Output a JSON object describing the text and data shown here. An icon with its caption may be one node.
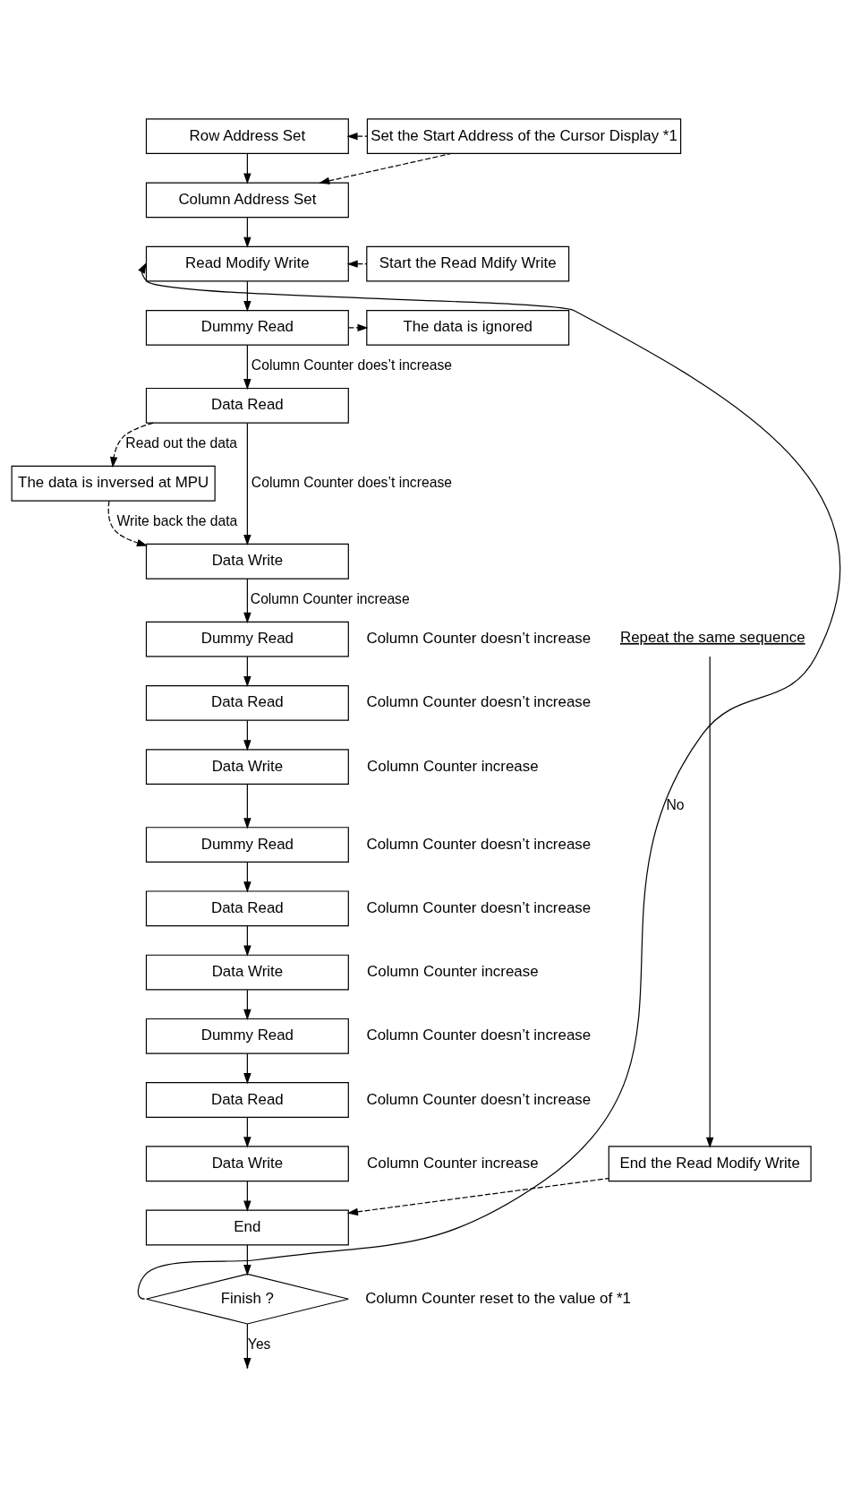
{
  "diagram": {
    "nodes": [
      {
        "text": [
          "Row Address Set"
        ]
      },
      {
        "text": [
          "Column Address Set"
        ]
      },
      {
        "text": [
          "Set the Start Address of the Cursor Display *1"
        ]
      },
      {
        "text": [
          "Read Modify Write"
        ]
      },
      {
        "text": [
          "Start the Read Mdify Write"
        ]
      },
      {
        "text": [
          "Dummy Read"
        ]
      },
      {
        "text": [
          "The data is ignored"
        ]
      },
      {
        "text": [
          "Data Read"
        ]
      },
      {
        "text": [
          "The data is inversed at MPU"
        ]
      },
      {
        "text": [
          "Data Write"
        ]
      },
      {
        "text": [
          "Dummy Read"
        ],
        "beside": [
          "Column Counter doesn’t increase"
        ]
      },
      {
        "text": [
          "Data Read"
        ],
        "beside": [
          "Column Counter doesn’t increase"
        ]
      },
      {
        "text": [
          "Data Write"
        ],
        "beside": [
          "Column Counter increase"
        ]
      },
      {
        "text": [
          "Dummy Read"
        ],
        "beside": [
          "Column Counter doesn’t increase"
        ]
      },
      {
        "text": [
          "Data Read"
        ],
        "beside": [
          "Column Counter doesn’t increase"
        ]
      },
      {
        "text": [
          "Data Write"
        ],
        "beside": [
          "Column Counter increase"
        ]
      },
      {
        "text": [
          "Dummy Read"
        ],
        "beside": [
          "Column Counter doesn’t increase"
        ]
      },
      {
        "text": [
          "Data Read"
        ],
        "beside": [
          "Column Counter doesn’t increase"
        ]
      },
      {
        "text": [
          "Data Write"
        ],
        "beside": [
          "Column Counter increase"
        ]
      },
      {
        "text": [
          "Repeat the same sequence"
        ]
      },
      {
        "text": [
          "End the Read Modify Write"
        ]
      },
      {
        "text": [
          "End"
        ]
      },
      {
        "text": [
          "Finish ?"
        ],
        "beside": [
          "Column Counter reset to the value of *1"
        ]
      }
    ],
    "edges": [
      {
        "from": 0,
        "to": 1,
        "arrow": "to"
      },
      {
        "from": 2,
        "to": 0,
        "arrow": "to",
        "style": "dashed"
      },
      {
        "from": 2,
        "to": 1,
        "arrow": "to",
        "style": "dashed"
      },
      {
        "from": 1,
        "to": 3,
        "arrow": "to"
      },
      {
        "from": 4,
        "to": 3,
        "arrow": "to",
        "style": "dashed"
      },
      {
        "from": 3,
        "to": 5,
        "arrow": "to"
      },
      {
        "from": 5,
        "to": 6,
        "arrow": "to",
        "style": "dashed"
      },
      {
        "from": 5,
        "to": 7,
        "label": "Column Counter does’t increase",
        "arrow": "to"
      },
      {
        "from": 7,
        "to": 8,
        "label": "Read out the data",
        "arrow": "to",
        "style": "dashed"
      },
      {
        "from": 7,
        "to": 9,
        "label": "Column Counter does’t increase",
        "arrow": "to"
      },
      {
        "from": 8,
        "to": 9,
        "label": "Write back the data",
        "arrow": "to",
        "style": "dashed"
      },
      {
        "from": 9,
        "to": 10,
        "label": "Column Counter increase",
        "arrow": "to"
      },
      {
        "from": 10,
        "to": 11,
        "arrow": "to"
      },
      {
        "from": 11,
        "to": 12,
        "arrow": "to"
      },
      {
        "from": 12,
        "to": 13,
        "arrow": "to"
      },
      {
        "from": 13,
        "to": 14,
        "arrow": "to"
      },
      {
        "from": 14,
        "to": 15,
        "arrow": "to"
      },
      {
        "from": 15,
        "to": 16,
        "arrow": "to"
      },
      {
        "from": 16,
        "to": 17,
        "arrow": "to"
      },
      {
        "from": 17,
        "to": 18,
        "arrow": "to"
      },
      {
        "from": 18,
        "to": 21,
        "arrow": "to"
      },
      {
        "from": 19,
        "to": 20,
        "arrow": "to"
      },
      {
        "from": 20,
        "to": 21,
        "arrow": "to",
        "style": "dashed"
      },
      {
        "from": 21,
        "to": 22,
        "arrow": "to"
      },
      {
        "from": 22,
        "to": 3,
        "label": "No",
        "arrow": "to"
      },
      {
        "from": 22,
        "to": null,
        "label": "Yes",
        "arrow": "to"
      }
    ]
  }
}
